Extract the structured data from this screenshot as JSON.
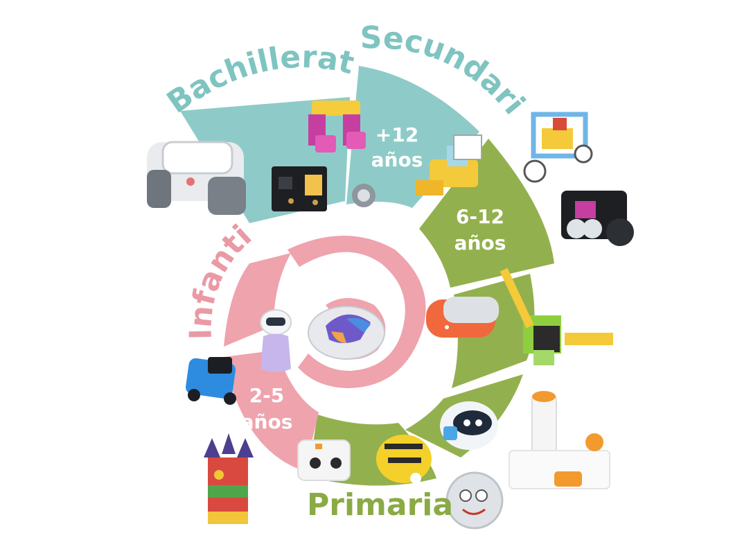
{
  "stages": {
    "bachillerato": {
      "name": "Bachillerato"
    },
    "secundaria": {
      "name": "Secundaria",
      "age_line1": "+12",
      "age_line2": "años"
    },
    "primaria": {
      "name": "Primaria",
      "age_line1": "6-12",
      "age_line2": "años"
    },
    "infantil": {
      "name": "Infantil",
      "age_line1": "2-5",
      "age_line2": "años"
    }
  },
  "colors": {
    "teal": "#8ecbc8",
    "teal_text": "#7fc4c1",
    "green": "#93b04e",
    "green_text": "#8aaa45",
    "pink": "#eea3ad",
    "pink_text": "#e99aa5",
    "white": "#ffffff"
  }
}
